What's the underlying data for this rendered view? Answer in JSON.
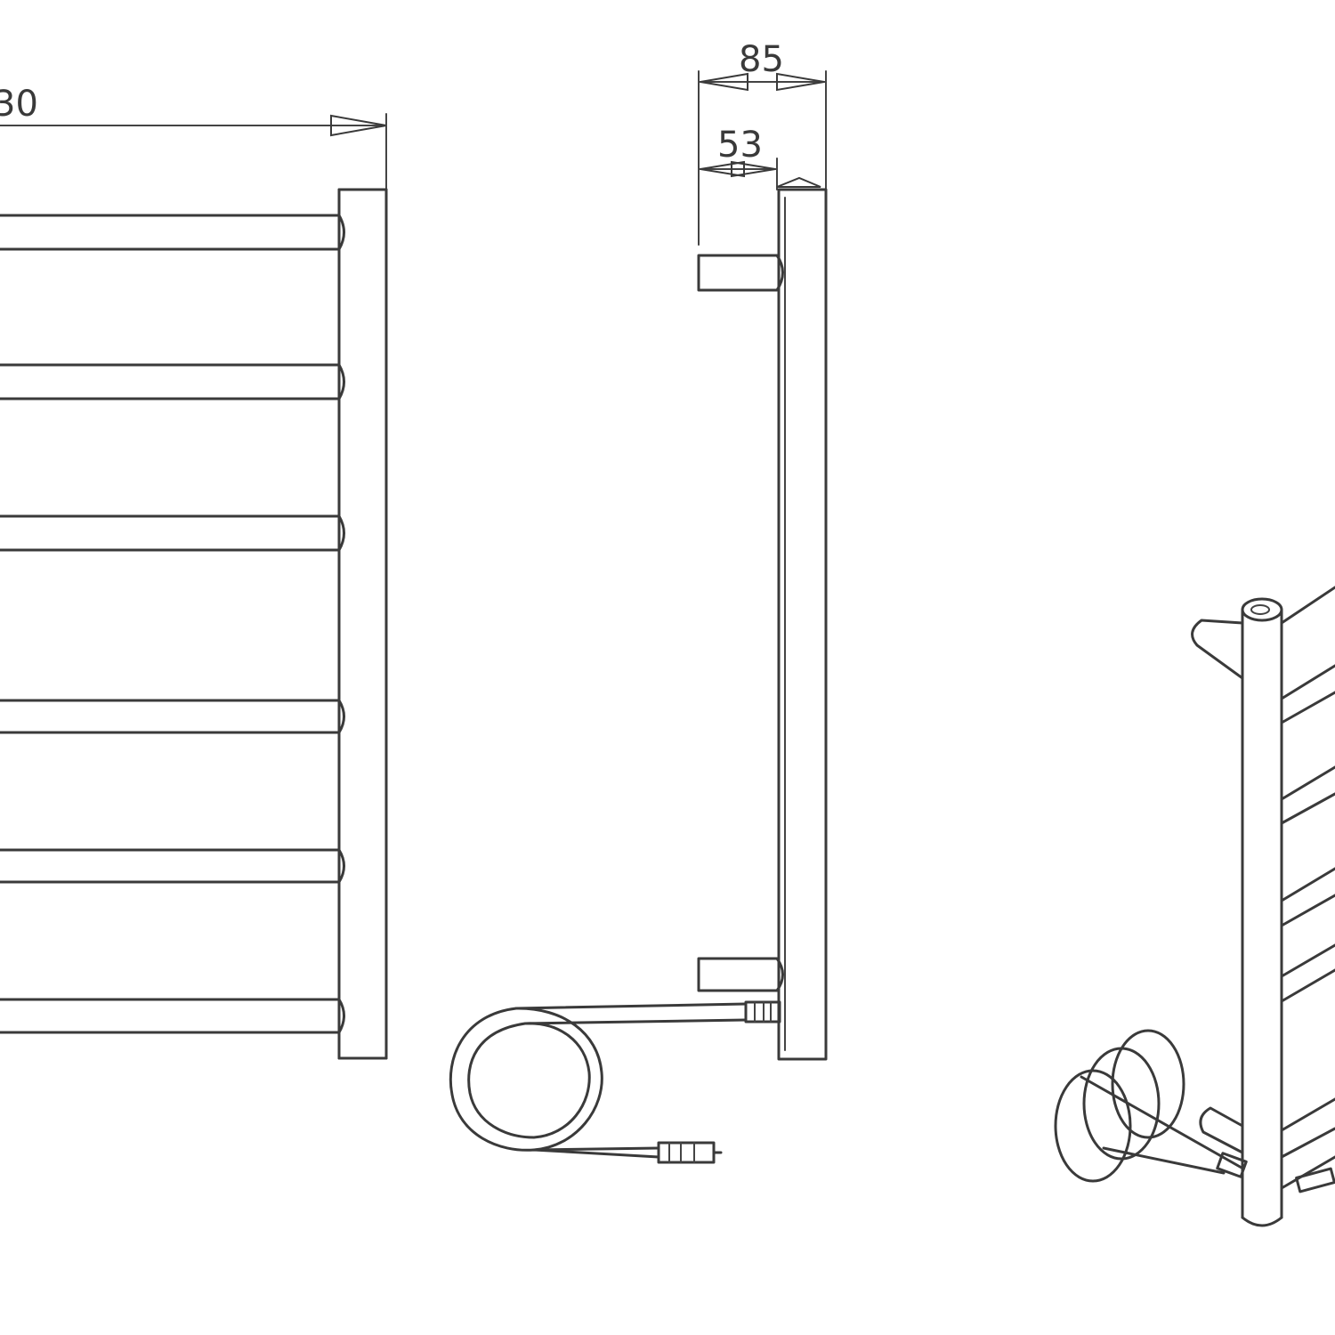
{
  "dimensions": {
    "front_width": "30",
    "side_depth_total": "85",
    "side_depth_bar": "53"
  },
  "colors": {
    "line": "#3a3a3a",
    "background": "#ffffff"
  }
}
